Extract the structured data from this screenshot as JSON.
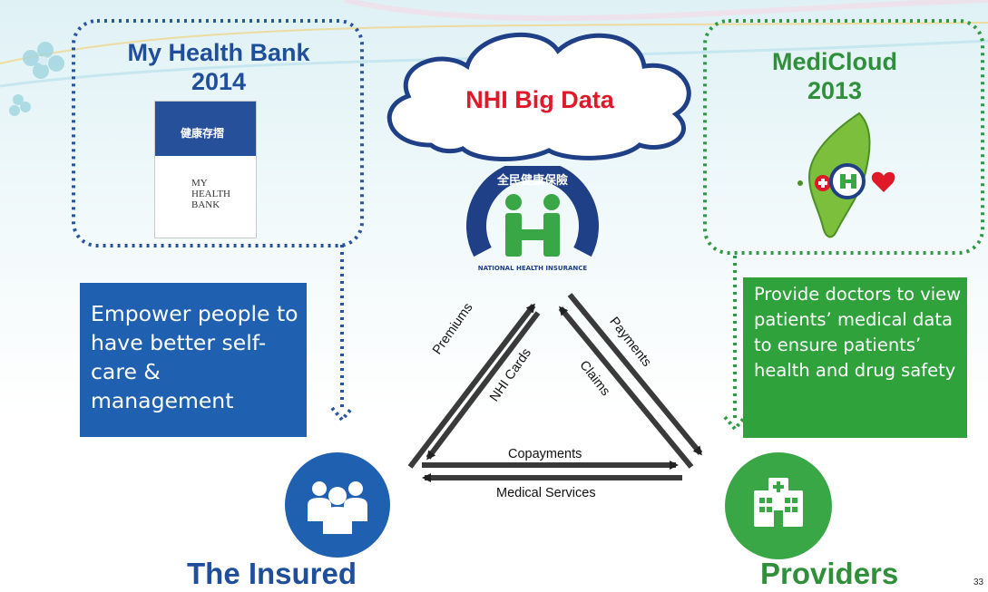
{
  "my_health_bank": {
    "title_line1": "My Health Bank",
    "title_line2": "2014",
    "book_cn": "健康存摺",
    "book_en": "MY\nHEALTH\nBANK"
  },
  "cloud": {
    "title": "NHI Big Data",
    "logo_text_cn": "全民健康保險",
    "logo_text_en": "NATIONAL HEALTH INSURANCE"
  },
  "medicloud": {
    "title_line1": "MediCloud",
    "title_line2": "2013"
  },
  "insured_box": {
    "text": "Empower people to have better self-care & management"
  },
  "providers_box": {
    "text": "Provide doctors to view patients’ medical  data to ensure patients’ health and drug safety"
  },
  "nodes": {
    "insured": "The Insured",
    "providers": "Providers"
  },
  "flows": {
    "premiums": "Premiums",
    "nhi_cards": "NHI Cards",
    "payments": "Payments",
    "claims": "Claims",
    "copayments": "Copayments",
    "medical_services": "Medical  Services"
  },
  "page_number": "33",
  "colors": {
    "blue": "#1f60b0",
    "dark_blue": "#1f4e9a",
    "green": "#2fa23c",
    "dark_green": "#2f8f3a",
    "red": "#e0192a"
  }
}
